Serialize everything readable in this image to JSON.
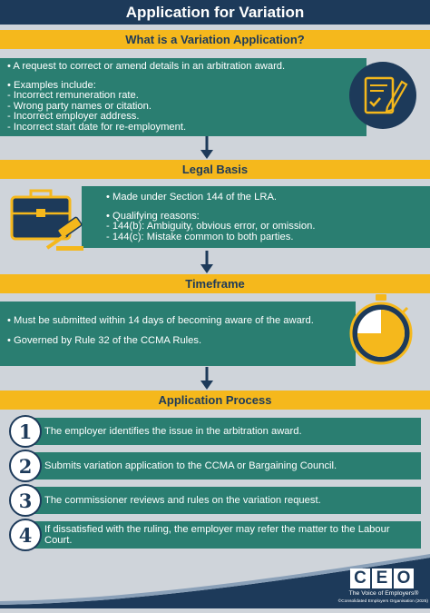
{
  "title": "Application for Variation",
  "sections": {
    "what": {
      "heading": "What is a Variation Application?",
      "bullet1": "• A request to correct or amend details in an arbitration award.",
      "examples_heading": "• Examples include:",
      "examples": [
        "- Incorrect remuneration rate.",
        "- Wrong party names or citation.",
        "- Incorrect employer address.",
        "- Incorrect start date for re-employment."
      ],
      "icon": "document-pen-checklist-icon"
    },
    "legal": {
      "heading": "Legal Basis",
      "bullet1": "• Made under Section 144 of the LRA.",
      "reasons_heading": "• Qualifying reasons:",
      "reasons": [
        "- 144(b): Ambiguity, obvious error, or omission.",
        "- 144(c): Mistake common to both parties."
      ],
      "icon": "briefcase-gavel-icon"
    },
    "timeframe": {
      "heading": "Timeframe",
      "bullet1": "• Must be submitted within 14 days of becoming aware of the award.",
      "bullet2": "• Governed by Rule 32 of the CCMA Rules.",
      "icon": "stopwatch-icon"
    },
    "process": {
      "heading": "Application Process",
      "steps": [
        {
          "num": "1",
          "text": "The employer identifies the issue in the arbitration award."
        },
        {
          "num": "2",
          "text": "Submits variation application to the CCMA or Bargaining Council."
        },
        {
          "num": "3",
          "text": "The commissioner reviews and rules on the variation request."
        },
        {
          "num": "4",
          "text": "If dissatisfied with the ruling, the employer may refer the matter to the Labour Court."
        }
      ]
    }
  },
  "footer": {
    "logo_letters": [
      "C",
      "E",
      "O"
    ],
    "tagline": "The Voice of Employers®",
    "copyright": "©Consolidated Employers Organisation (2025)"
  },
  "colors": {
    "navy": "#1d3a5a",
    "gold": "#f5b81c",
    "teal": "#2a7e71",
    "background": "#cfd4da"
  }
}
